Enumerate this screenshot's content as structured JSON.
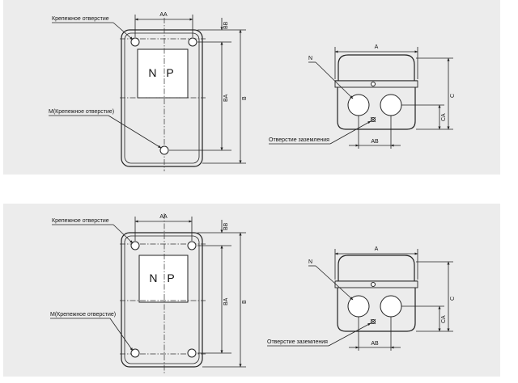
{
  "diagrams": [
    {
      "id": "top",
      "labels": {
        "mount_hole": "Крепежное отверстие",
        "m_mount_hole": "M(Крепежное отверстие)",
        "nameplate": "N P",
        "dim_aa": "AA",
        "dim_bb": "BB",
        "dim_ba": "BA",
        "dim_b": "B",
        "dim_a": "A",
        "dim_c": "C",
        "dim_ca": "CA",
        "dim_ab": "AB",
        "n": "N",
        "ground_hole": "Отверстие заземления"
      }
    },
    {
      "id": "bottom",
      "labels": {
        "mount_hole": "Крепежное отверстие",
        "m_mount_hole": "M(Крепежное отверстие)",
        "nameplate": "N P",
        "dim_aa": "AA",
        "dim_bb": "BB",
        "dim_ba": "BA",
        "dim_b": "B",
        "dim_a": "A",
        "dim_c": "C",
        "dim_ca": "CA",
        "dim_ab": "AB",
        "n": "N",
        "ground_hole": "Отверстие заземления"
      }
    }
  ]
}
